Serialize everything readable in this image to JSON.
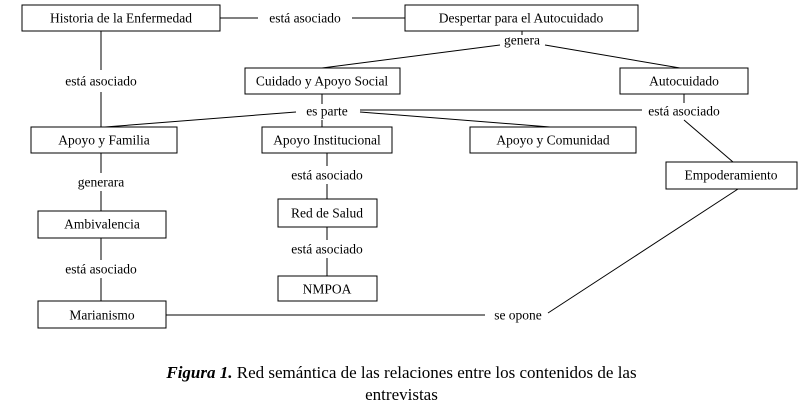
{
  "nodes": {
    "historia": "Historia de la Enfermedad",
    "despertar": "Despertar para el Autocuidado",
    "cuidado_social": "Cuidado y Apoyo Social",
    "autocuidado": "Autocuidado",
    "apoyo_familia": "Apoyo y Familia",
    "apoyo_institucional": "Apoyo Institucional",
    "apoyo_comunidad": "Apoyo y Comunidad",
    "empoderamiento": "Empoderamiento",
    "ambivalencia": "Ambivalencia",
    "red_salud": "Red de Salud",
    "marianismo": "Marianismo",
    "nmpoa": "NMPOA"
  },
  "edges": {
    "asociado_top": "está asociado",
    "genera": "genera",
    "es_parte": "es parte",
    "asociado_auto": "está asociado",
    "asociado_left": "está asociado",
    "generara": "generara",
    "asociado_inst": "está asociado",
    "asociado_red": "está asociado",
    "asociado_amb": "está asociado",
    "se_opone": "se opone"
  },
  "caption": {
    "figure_label": "Figura 1.",
    "line1": " Red semántica de las relaciones entre los contenidos de las",
    "line2": "entrevistas"
  }
}
